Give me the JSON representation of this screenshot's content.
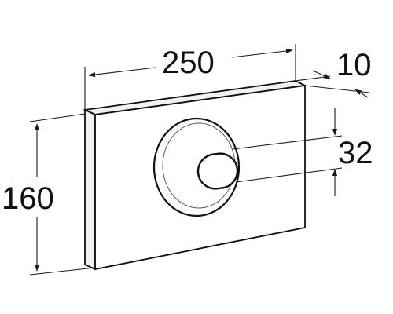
{
  "drawing": {
    "dimensions": {
      "width": "250",
      "depth": "10",
      "height": "160",
      "button_height": "32"
    },
    "colors": {
      "line": "#1a1a1a",
      "plate_face": "#ffffff",
      "plate_edge": "#f2f2f2",
      "background": "#ffffff"
    }
  }
}
